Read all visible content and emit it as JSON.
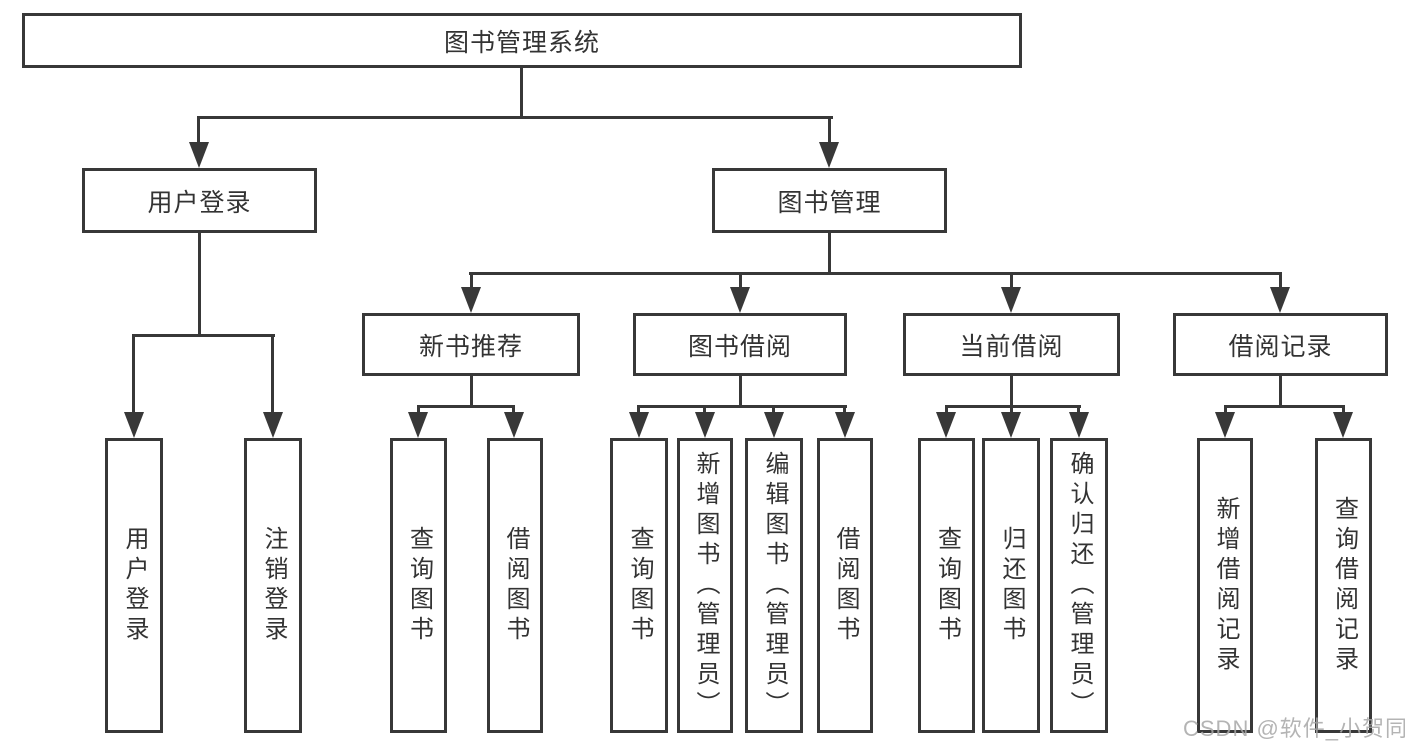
{
  "colors": {
    "line": "#383838",
    "text": "#333333",
    "background": "#ffffff",
    "watermark": "#a8a8a8"
  },
  "tree": {
    "root": {
      "label": "图书管理系统"
    },
    "user_login": {
      "label": "用户登录",
      "children": [
        "用户登录",
        "注销登录"
      ]
    },
    "book_management": {
      "label": "图书管理",
      "new_book_recommend": {
        "label": "新书推荐",
        "children": [
          "查询图书",
          "借阅图书"
        ]
      },
      "book_borrow": {
        "label": "图书借阅",
        "children": [
          "查询图书",
          "新增图书（管理员）",
          "编辑图书（管理员）",
          "借阅图书"
        ]
      },
      "current_borrow": {
        "label": "当前借阅",
        "children": [
          "查询图书",
          "归还图书",
          "确认归还（管理员）"
        ]
      },
      "borrow_record": {
        "label": "借阅记录",
        "children": [
          "新增借阅记录",
          "查询借阅记录"
        ]
      }
    }
  },
  "watermark": "CSDN @软件_小贺同学"
}
